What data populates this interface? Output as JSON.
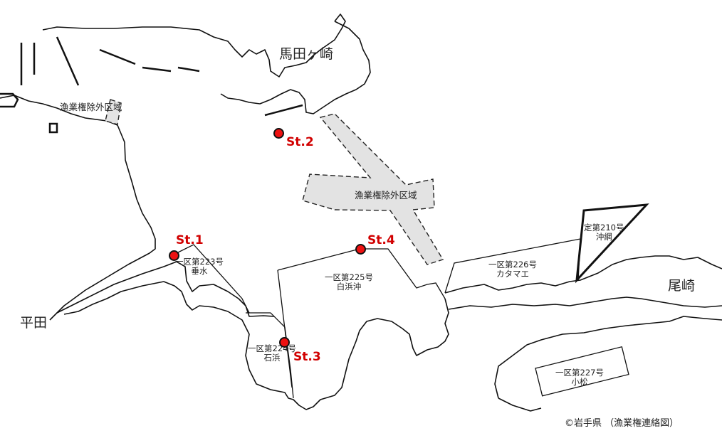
{
  "places": {
    "madagasaki": "馬田ヶ崎",
    "osaki": "尾崎",
    "hirata": "平田"
  },
  "exclusion_label": "漁業権除外区域",
  "zones": [
    {
      "id": "223",
      "line1": "一区第223号",
      "line2": "垂水"
    },
    {
      "id": "224",
      "line1": "一区第224号",
      "line2": "石浜"
    },
    {
      "id": "225",
      "line1": "一区第225号",
      "line2": "白浜沖"
    },
    {
      "id": "226",
      "line1": "一区第226号",
      "line2": "カタマエ"
    },
    {
      "id": "227",
      "line1": "一区第227号",
      "line2": "小松"
    },
    {
      "id": "210",
      "line1": "定第210号",
      "line2": "沖網"
    }
  ],
  "stations": [
    {
      "id": "st1",
      "label": "St.1"
    },
    {
      "id": "st2",
      "label": "St.2"
    },
    {
      "id": "st3",
      "label": "St.3"
    },
    {
      "id": "st4",
      "label": "St.4"
    }
  ],
  "credit": "©岩手県 （漁業権連絡図）",
  "colors": {
    "station": "#ee1111",
    "station_label": "#d10000",
    "exclusion_fill": "#e3e3e3"
  }
}
